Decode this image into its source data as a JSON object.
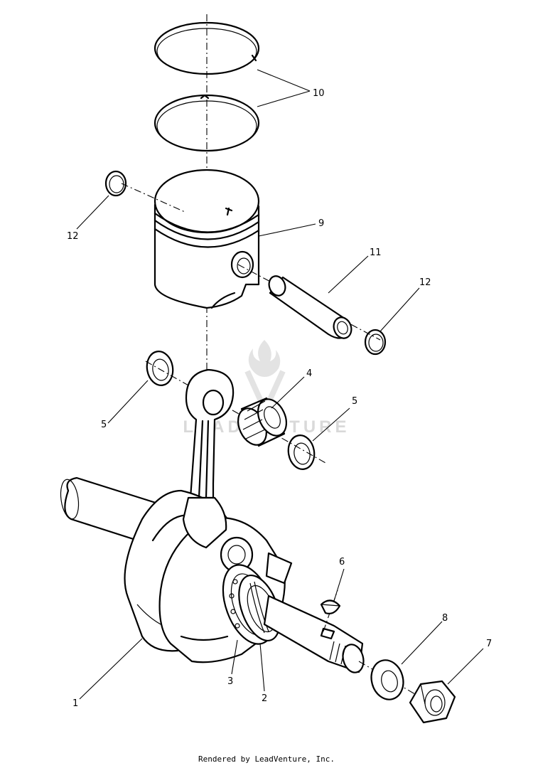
{
  "watermark": {
    "text": "LEADVENTURE"
  },
  "callouts": [
    {
      "id": "10",
      "text": "10"
    },
    {
      "id": "12a",
      "text": "12"
    },
    {
      "id": "9",
      "text": "9"
    },
    {
      "id": "11",
      "text": "11"
    },
    {
      "id": "12b",
      "text": "12"
    },
    {
      "id": "4",
      "text": "4"
    },
    {
      "id": "5a",
      "text": "5"
    },
    {
      "id": "5b",
      "text": "5"
    },
    {
      "id": "6",
      "text": "6"
    },
    {
      "id": "8",
      "text": "8"
    },
    {
      "id": "7",
      "text": "7"
    },
    {
      "id": "3",
      "text": "3"
    },
    {
      "id": "2",
      "text": "2"
    },
    {
      "id": "1",
      "text": "1"
    }
  ],
  "footer": {
    "text": "Rendered by LeadVenture, Inc."
  },
  "colors": {
    "line": "#000000",
    "watermark": "#d9d9d9",
    "background": "#ffffff"
  }
}
